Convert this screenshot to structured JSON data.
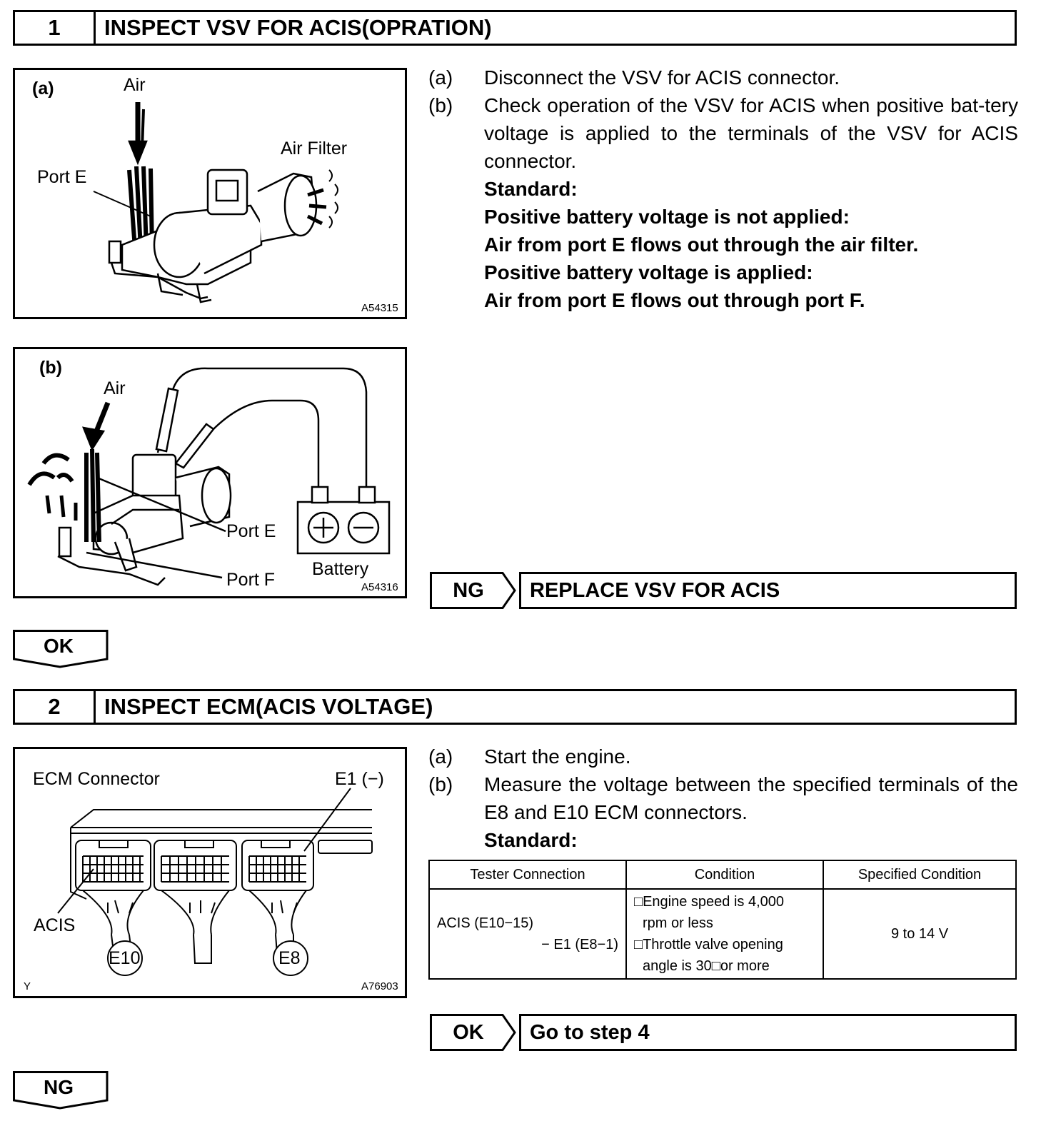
{
  "step1": {
    "number": "1",
    "title": "INSPECT VSV FOR ACIS(OPRATION)",
    "figure_a": {
      "tag": "(a)",
      "air": "Air",
      "air_filter": "Air Filter",
      "port_e": "Port E",
      "code": "A54315"
    },
    "figure_b": {
      "tag": "(b)",
      "air": "Air",
      "port_e": "Port E",
      "port_f": "Port F",
      "battery": "Battery",
      "code": "A54316"
    },
    "instructions": [
      {
        "label": "(a)",
        "text": "Disconnect the VSV for ACIS connector."
      },
      {
        "label": "(b)",
        "text": "Check operation of the VSV for ACIS when positive bat-tery voltage is applied to the terminals of the VSV for ACIS connector."
      }
    ],
    "standard": {
      "heading": "Standard:",
      "lines": [
        "Positive battery voltage is not applied:",
        "Air from port E flows out through the air filter.",
        "Positive battery voltage is applied:",
        "Air from port E flows out through port F."
      ]
    },
    "ng_result": {
      "tag": "NG",
      "text": "REPLACE VSV FOR ACIS"
    },
    "ok_tag": "OK"
  },
  "step2": {
    "number": "2",
    "title": "INSPECT ECM(ACIS VOLTAGE)",
    "figure": {
      "title": "ECM Connector",
      "e1": "E1 (−)",
      "acis": "ACIS",
      "e10": "E10",
      "e8": "E8",
      "corner": "Y",
      "code": "A76903"
    },
    "instructions": [
      {
        "label": "(a)",
        "text": "Start the engine."
      },
      {
        "label": "(b)",
        "text": "Measure the voltage between the specified terminals of the E8 and E10 ECM connectors."
      }
    ],
    "standard_heading": "Standard:",
    "table": {
      "headers": [
        "Tester Connection",
        "Condition",
        "Specified Condition"
      ],
      "tester_line1": "ACIS (E10−15)",
      "tester_line2": "− E1 (E8−1)",
      "condition_lines": [
        "□Engine speed is 4,000",
        "rpm or less",
        "□Throttle valve opening",
        "angle is 30□or more"
      ],
      "specified": "9 to 14 V"
    },
    "ok_result": {
      "tag": "OK",
      "text": "Go to step 4"
    },
    "ng_tag": "NG"
  }
}
